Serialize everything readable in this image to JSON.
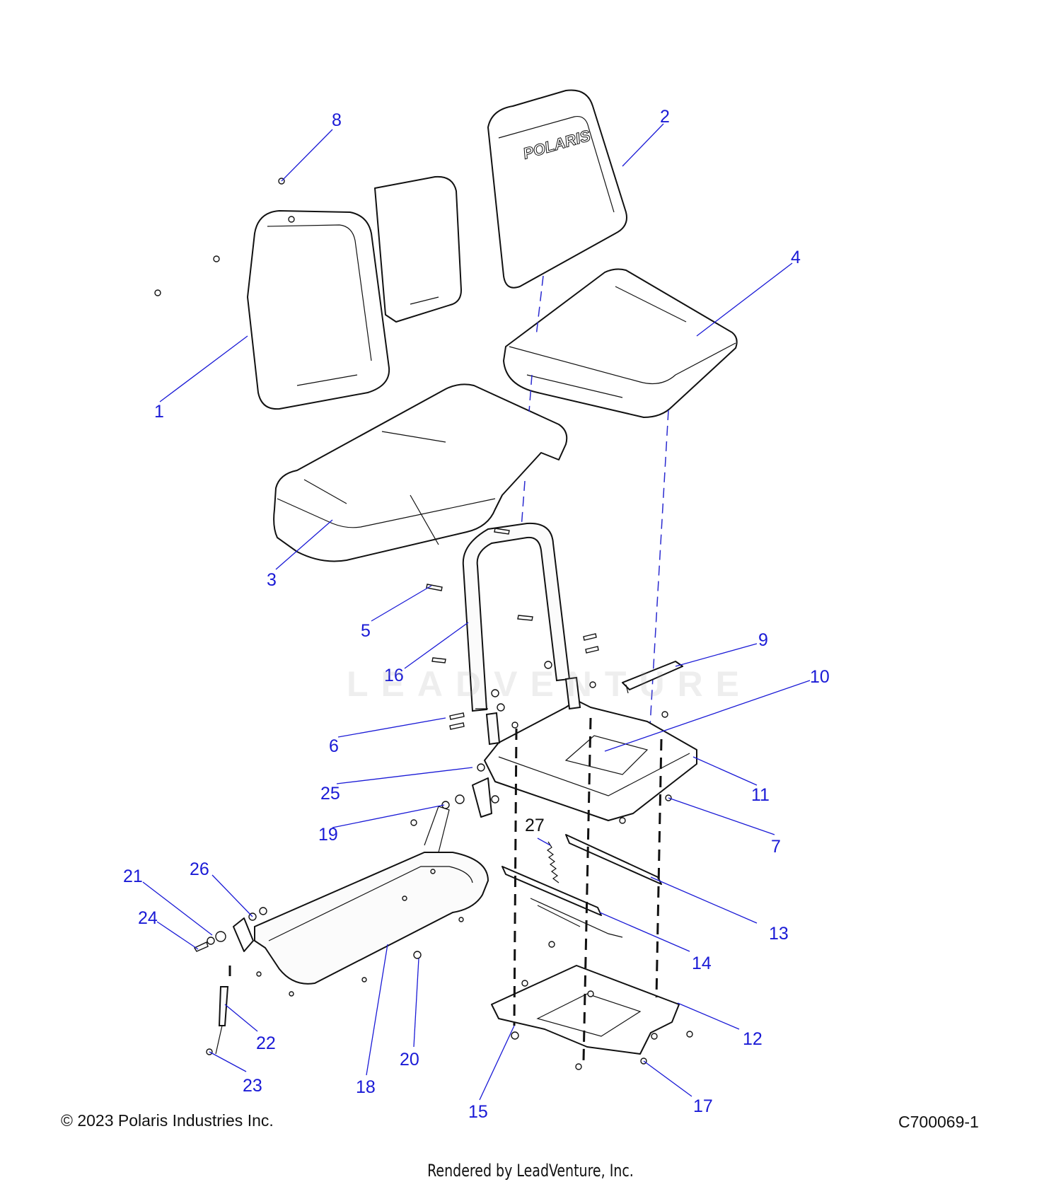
{
  "diagram": {
    "callouts": [
      "1",
      "2",
      "3",
      "4",
      "5",
      "6",
      "7",
      "8",
      "9",
      "10",
      "11",
      "12",
      "13",
      "14",
      "15",
      "16",
      "17",
      "18",
      "19",
      "20",
      "21",
      "22",
      "23",
      "24",
      "25",
      "26",
      "27"
    ],
    "logo_text": "POLARIS",
    "watermark_text": "LEADVENTURE"
  },
  "footer": {
    "copyright": "© 2023 Polaris Industries Inc.",
    "diagram_id": "C700069-1",
    "rendered_by": "Rendered by LeadVenture, Inc."
  },
  "colors": {
    "callout": "#1a1ad6",
    "line": "#111111"
  }
}
